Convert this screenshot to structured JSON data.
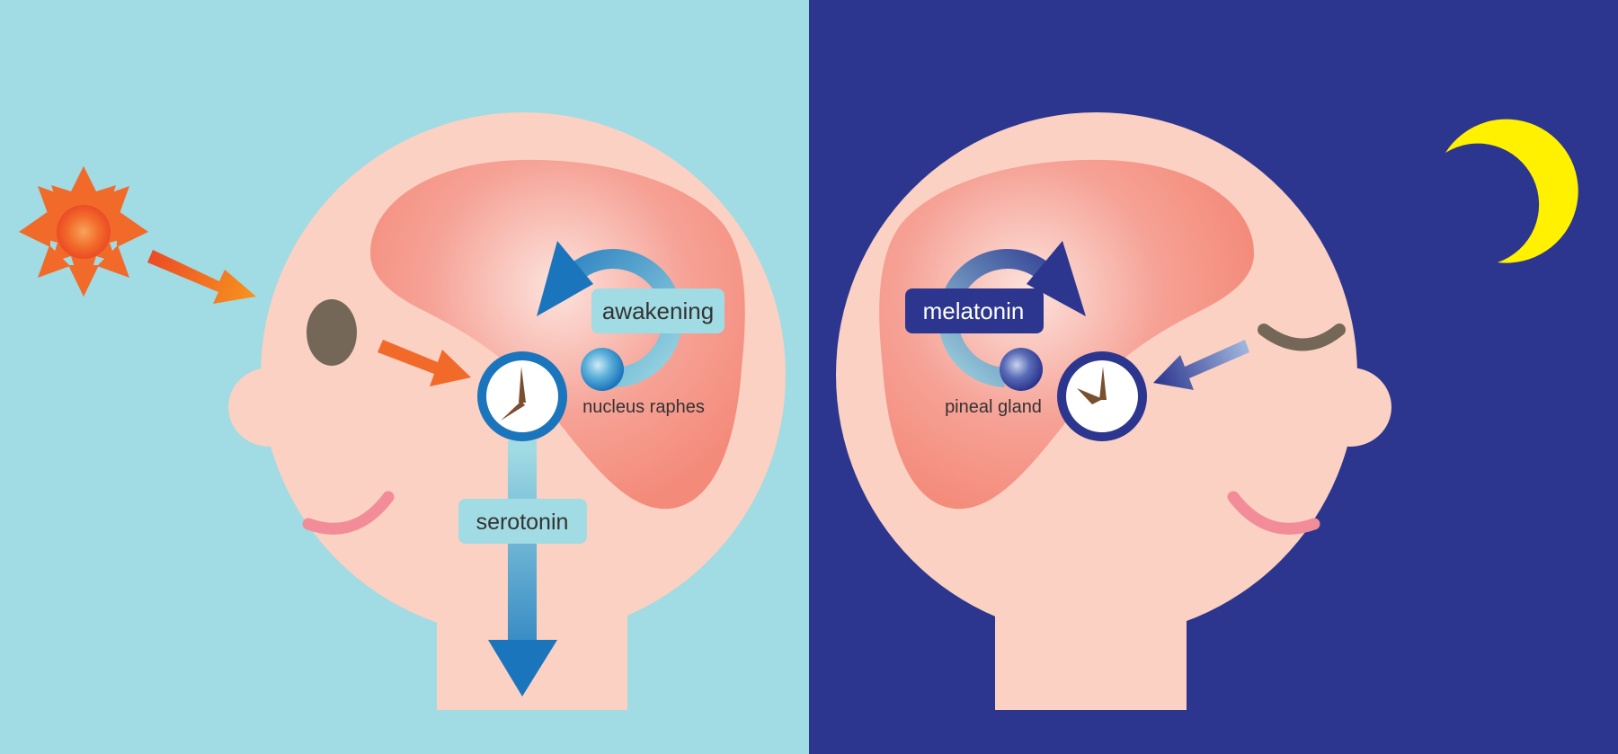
{
  "colors": {
    "day_background": "#A1DBE3",
    "night_background": "#2C368E",
    "skin": "#FAD1C2",
    "brain": "#F48A79",
    "brain_highlight": "#FCE0DA",
    "eye": "#746757",
    "mouth": "#F28C98",
    "sun": "#F26A2A",
    "moon": "#FFF100",
    "serotonin_blue": "#1B75BC",
    "melatonin_navy": "#2C368E",
    "clock_hands": "#7A4F2E",
    "label_box_day": "#A1DBE3",
    "label_text_day": "#333333",
    "label_box_night": "#2C368E",
    "label_text_night": "#FFFFFF",
    "caption_text": "#333333"
  },
  "icons": {
    "sun": "sun-icon",
    "moon": "crescent-moon-icon",
    "day_clock": "clock-icon",
    "night_clock": "clock-icon"
  },
  "day_panel": {
    "cycle_label": "awakening",
    "nucleus_label": "nucleus raphes",
    "hormone_label": "serotonin"
  },
  "night_panel": {
    "hormone_label": "melatonin",
    "gland_label": "pineal gland"
  }
}
